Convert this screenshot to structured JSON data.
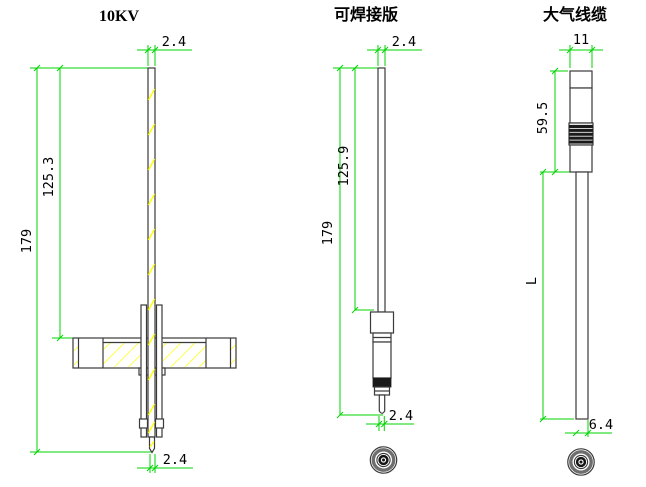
{
  "palette": {
    "dimension_line": "#00d400",
    "hatch": "#ffff00",
    "outline": "#3a3a3a",
    "band_fill": "#1a1a1a",
    "text": "#000000",
    "background": "#ffffff"
  },
  "views": {
    "kv10": {
      "title": "10KV",
      "dimensions": {
        "rod_diameter_top": "2.4",
        "upper_length": "125.3",
        "total_length": "179",
        "tip_diameter": "2.4"
      }
    },
    "solderable": {
      "title": "可焊接版",
      "dimensions": {
        "rod_diameter_top": "2.4",
        "upper_length": "125.9",
        "total_length": "179",
        "tip_diameter": "2.4"
      }
    },
    "atmospheric_cable": {
      "title": "大气线缆",
      "dimensions": {
        "connector_diameter": "11",
        "connector_length": "59.5",
        "cable_length": "L",
        "cable_diameter": "6.4"
      }
    }
  }
}
